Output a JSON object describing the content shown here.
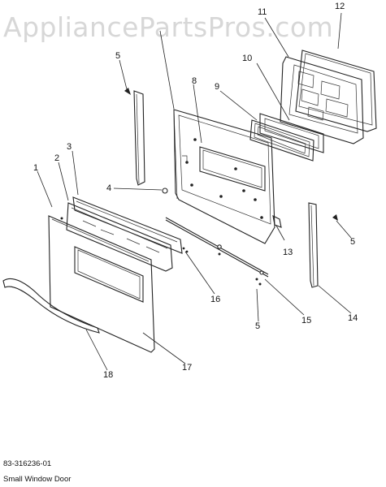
{
  "watermark": "AppliancePartsPros.com",
  "diagram_code": "83-316236-01",
  "diagram_title": "Small Window Door",
  "callouts": {
    "c1": "1",
    "c2": "2",
    "c3": "3",
    "c4": "4",
    "c5a": "5",
    "c5b": "5",
    "c5c": "5",
    "c8": "8",
    "c9": "9",
    "c10": "10",
    "c11": "11",
    "c12": "12",
    "c13": "13",
    "c14": "14",
    "c15": "15",
    "c16": "16",
    "c17": "17",
    "c18": "18"
  }
}
